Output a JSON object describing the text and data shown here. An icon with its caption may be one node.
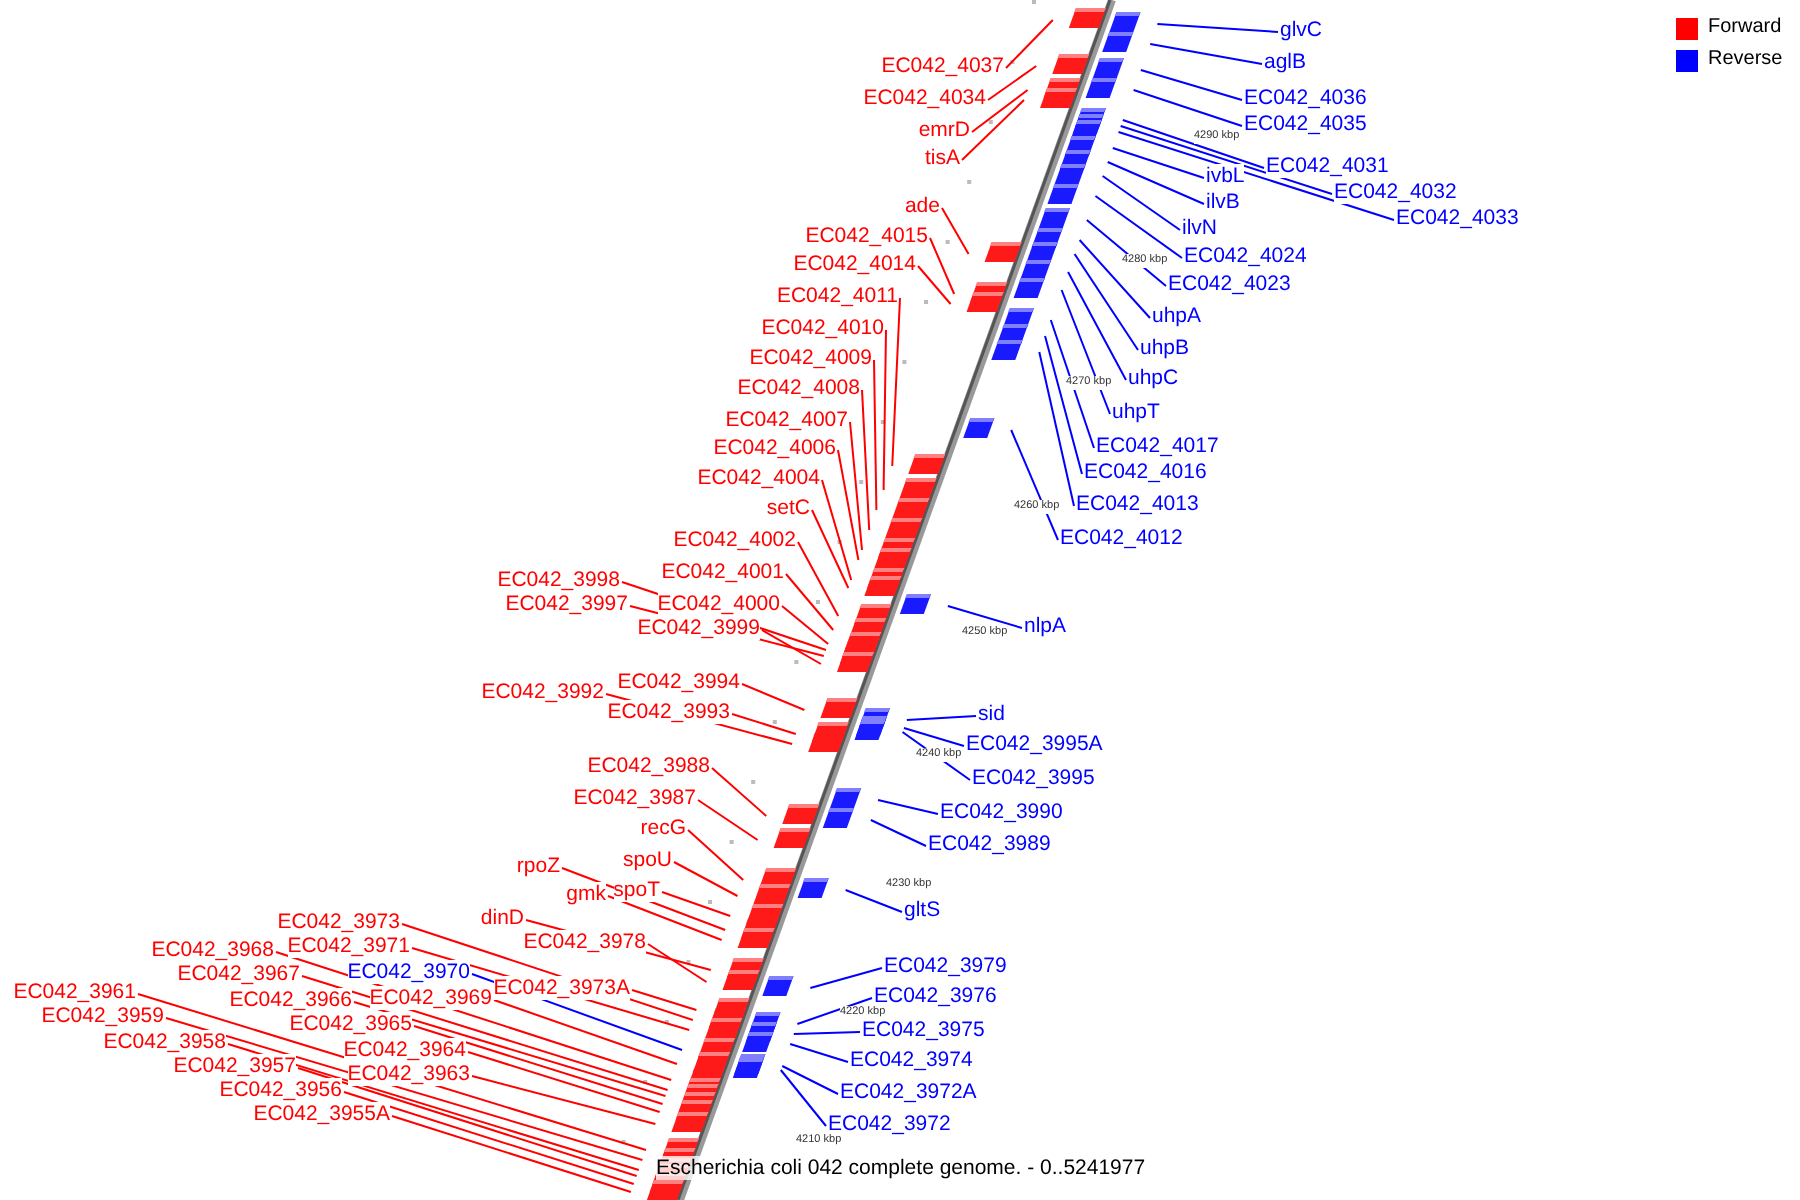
{
  "diagram": {
    "caption": "Escherichia coli 042 complete genome. - 0..5241977",
    "nodes": [
      {
        "text": [
          "EC042_4037"
        ]
      },
      {
        "text": [
          "EC042_4034"
        ]
      },
      {
        "text": [
          "emrD"
        ]
      },
      {
        "text": [
          "tisA"
        ]
      },
      {
        "text": [
          "ade"
        ]
      },
      {
        "text": [
          "EC042_4015"
        ]
      },
      {
        "text": [
          "EC042_4014"
        ]
      },
      {
        "text": [
          "EC042_4011"
        ]
      },
      {
        "text": [
          "EC042_4010"
        ]
      },
      {
        "text": [
          "EC042_4009"
        ]
      },
      {
        "text": [
          "EC042_4008"
        ]
      },
      {
        "text": [
          "EC042_4007"
        ]
      },
      {
        "text": [
          "EC042_4006"
        ]
      },
      {
        "text": [
          "EC042_4004"
        ]
      },
      {
        "text": [
          "setC"
        ]
      },
      {
        "text": [
          "EC042_4002"
        ]
      },
      {
        "text": [
          "EC042_4001"
        ]
      },
      {
        "text": [
          "EC042_3998"
        ]
      },
      {
        "text": [
          "EC042_3997"
        ]
      },
      {
        "text": [
          "EC042_4000"
        ]
      },
      {
        "text": [
          "EC042_3999"
        ]
      },
      {
        "text": [
          "EC042_3994"
        ]
      },
      {
        "text": [
          "EC042_3992"
        ]
      },
      {
        "text": [
          "EC042_3993"
        ]
      },
      {
        "text": [
          "EC042_3988"
        ]
      },
      {
        "text": [
          "EC042_3987"
        ]
      },
      {
        "text": [
          "recG"
        ]
      },
      {
        "text": [
          "spoU"
        ]
      },
      {
        "text": [
          "rpoZ"
        ]
      },
      {
        "text": [
          "gmk"
        ]
      },
      {
        "text": [
          "spoT"
        ]
      },
      {
        "text": [
          "dinD"
        ]
      },
      {
        "text": [
          "EC042_3973"
        ]
      },
      {
        "text": [
          "EC042_3971"
        ]
      },
      {
        "text": [
          "EC042_3978"
        ]
      },
      {
        "text": [
          "EC042_3970"
        ]
      },
      {
        "text": [
          "EC042_3968"
        ]
      },
      {
        "text": [
          "EC042_3967"
        ]
      },
      {
        "text": [
          "EC042_3973A"
        ]
      },
      {
        "text": [
          "EC042_3969"
        ]
      },
      {
        "text": [
          "EC042_3966"
        ]
      },
      {
        "text": [
          "EC042_3961"
        ]
      },
      {
        "text": [
          "EC042_3965"
        ]
      },
      {
        "text": [
          "EC042_3959"
        ]
      },
      {
        "text": [
          "EC042_3964"
        ]
      },
      {
        "text": [
          "EC042_3958"
        ]
      },
      {
        "text": [
          "EC042_3963"
        ]
      },
      {
        "text": [
          "EC042_3957"
        ]
      },
      {
        "text": [
          "EC042_3956"
        ]
      },
      {
        "text": [
          "EC042_3955A"
        ]
      },
      {
        "text": [
          "glvC"
        ]
      },
      {
        "text": [
          "aglB"
        ]
      },
      {
        "text": [
          "EC042_4036"
        ]
      },
      {
        "text": [
          "EC042_4035"
        ]
      },
      {
        "text": [
          "EC042_4031"
        ]
      },
      {
        "text": [
          "EC042_4032"
        ]
      },
      {
        "text": [
          "EC042_4033"
        ]
      },
      {
        "text": [
          "ivbL"
        ]
      },
      {
        "text": [
          "ilvB"
        ]
      },
      {
        "text": [
          "ilvN"
        ]
      },
      {
        "text": [
          "EC042_4024"
        ]
      },
      {
        "text": [
          "EC042_4023"
        ]
      },
      {
        "text": [
          "uhpA"
        ]
      },
      {
        "text": [
          "uhpB"
        ]
      },
      {
        "text": [
          "uhpC"
        ]
      },
      {
        "text": [
          "uhpT"
        ]
      },
      {
        "text": [
          "EC042_4017"
        ]
      },
      {
        "text": [
          "EC042_4016"
        ]
      },
      {
        "text": [
          "EC042_4013"
        ]
      },
      {
        "text": [
          "EC042_4012"
        ]
      },
      {
        "text": [
          "nlpA"
        ]
      },
      {
        "text": [
          "sid"
        ]
      },
      {
        "text": [
          "EC042_3995A"
        ]
      },
      {
        "text": [
          "EC042_3995"
        ]
      },
      {
        "text": [
          "EC042_3990"
        ]
      },
      {
        "text": [
          "EC042_3989"
        ]
      },
      {
        "text": [
          "gltS"
        ]
      },
      {
        "text": [
          "EC042_3979"
        ]
      },
      {
        "text": [
          "EC042_3976"
        ]
      },
      {
        "text": [
          "EC042_3975"
        ]
      },
      {
        "text": [
          "EC042_3974"
        ]
      },
      {
        "text": [
          "EC042_3972A"
        ]
      },
      {
        "text": [
          "EC042_3972"
        ]
      }
    ],
    "edges": [
      {
        "from": 0,
        "to": null,
        "arrow": "none"
      },
      {
        "from": 1,
        "to": null,
        "arrow": "none"
      },
      {
        "from": 2,
        "to": null,
        "arrow": "none"
      },
      {
        "from": 3,
        "to": null,
        "arrow": "none"
      },
      {
        "from": 4,
        "to": null,
        "arrow": "none"
      },
      {
        "from": 5,
        "to": null,
        "arrow": "none"
      },
      {
        "from": 6,
        "to": null,
        "arrow": "none"
      },
      {
        "from": 7,
        "to": null,
        "arrow": "none"
      },
      {
        "from": 8,
        "to": null,
        "arrow": "none"
      },
      {
        "from": 9,
        "to": null,
        "arrow": "none"
      },
      {
        "from": 10,
        "to": null,
        "arrow": "none"
      },
      {
        "from": 11,
        "to": null,
        "arrow": "none"
      },
      {
        "from": 12,
        "to": null,
        "arrow": "none"
      },
      {
        "from": 13,
        "to": null,
        "arrow": "none"
      },
      {
        "from": 14,
        "to": null,
        "arrow": "none"
      },
      {
        "from": 15,
        "to": null,
        "arrow": "none"
      },
      {
        "from": 16,
        "to": null,
        "arrow": "none"
      },
      {
        "from": 17,
        "to": null,
        "arrow": "none"
      },
      {
        "from": 18,
        "to": null,
        "arrow": "none"
      },
      {
        "from": 19,
        "to": null,
        "arrow": "none"
      },
      {
        "from": 20,
        "to": null,
        "arrow": "none"
      },
      {
        "from": 21,
        "to": null,
        "arrow": "none"
      },
      {
        "from": 22,
        "to": null,
        "arrow": "none"
      },
      {
        "from": 23,
        "to": null,
        "arrow": "none"
      },
      {
        "from": 24,
        "to": null,
        "arrow": "none"
      },
      {
        "from": 25,
        "to": null,
        "arrow": "none"
      },
      {
        "from": 26,
        "to": null,
        "arrow": "none"
      },
      {
        "from": 27,
        "to": null,
        "arrow": "none"
      },
      {
        "from": 28,
        "to": null,
        "arrow": "none"
      },
      {
        "from": 29,
        "to": null,
        "arrow": "none"
      },
      {
        "from": 30,
        "to": null,
        "arrow": "none"
      },
      {
        "from": 31,
        "to": null,
        "arrow": "none"
      },
      {
        "from": 32,
        "to": null,
        "arrow": "none"
      },
      {
        "from": 33,
        "to": null,
        "arrow": "none"
      },
      {
        "from": 34,
        "to": null,
        "arrow": "none"
      },
      {
        "from": 35,
        "to": null,
        "arrow": "none",
        "color": "#0000ff"
      },
      {
        "from": 36,
        "to": null,
        "arrow": "none"
      },
      {
        "from": 37,
        "to": null,
        "arrow": "none"
      },
      {
        "from": 38,
        "to": null,
        "arrow": "none"
      },
      {
        "from": 39,
        "to": null,
        "arrow": "none"
      },
      {
        "from": 40,
        "to": null,
        "arrow": "none"
      },
      {
        "from": 41,
        "to": null,
        "arrow": "none"
      },
      {
        "from": 42,
        "to": null,
        "arrow": "none"
      },
      {
        "from": 43,
        "to": null,
        "arrow": "none"
      },
      {
        "from": 44,
        "to": null,
        "arrow": "none"
      },
      {
        "from": 45,
        "to": null,
        "arrow": "none"
      },
      {
        "from": 46,
        "to": null,
        "arrow": "none"
      },
      {
        "from": 47,
        "to": null,
        "arrow": "none"
      },
      {
        "from": 48,
        "to": null,
        "arrow": "none"
      },
      {
        "from": 49,
        "to": null,
        "arrow": "none"
      },
      {
        "from": 50,
        "to": null,
        "arrow": "none",
        "color": "#0000ff"
      },
      {
        "from": 51,
        "to": null,
        "arrow": "none",
        "color": "#0000ff"
      },
      {
        "from": 52,
        "to": null,
        "arrow": "none",
        "color": "#0000ff"
      },
      {
        "from": 53,
        "to": null,
        "arrow": "none",
        "color": "#0000ff"
      },
      {
        "from": 54,
        "to": null,
        "arrow": "none",
        "color": "#0000ff"
      },
      {
        "from": 55,
        "to": null,
        "arrow": "none",
        "color": "#0000ff"
      },
      {
        "from": 56,
        "to": null,
        "arrow": "none",
        "color": "#0000ff"
      },
      {
        "from": 57,
        "to": null,
        "arrow": "none",
        "color": "#0000ff"
      },
      {
        "from": 58,
        "to": null,
        "arrow": "none",
        "color": "#0000ff"
      },
      {
        "from": 59,
        "to": null,
        "arrow": "none",
        "color": "#0000ff"
      },
      {
        "from": 60,
        "to": null,
        "arrow": "none",
        "color": "#0000ff"
      },
      {
        "from": 61,
        "to": null,
        "arrow": "none",
        "color": "#0000ff"
      },
      {
        "from": 62,
        "to": null,
        "arrow": "none",
        "color": "#0000ff"
      },
      {
        "from": 63,
        "to": null,
        "arrow": "none",
        "color": "#0000ff"
      },
      {
        "from": 64,
        "to": null,
        "arrow": "none",
        "color": "#0000ff"
      },
      {
        "from": 65,
        "to": null,
        "arrow": "none",
        "color": "#0000ff"
      },
      {
        "from": 66,
        "to": null,
        "arrow": "none",
        "color": "#0000ff"
      },
      {
        "from": 67,
        "to": null,
        "arrow": "none",
        "color": "#0000ff"
      },
      {
        "from": 68,
        "to": null,
        "arrow": "none",
        "color": "#0000ff"
      },
      {
        "from": 69,
        "to": null,
        "arrow": "none",
        "color": "#0000ff"
      },
      {
        "from": 70,
        "to": null,
        "arrow": "none",
        "color": "#0000ff"
      },
      {
        "from": 71,
        "to": null,
        "arrow": "none",
        "color": "#0000ff"
      },
      {
        "from": 72,
        "to": null,
        "arrow": "none",
        "color": "#0000ff"
      },
      {
        "from": 73,
        "to": null,
        "arrow": "none",
        "color": "#0000ff"
      },
      {
        "from": 74,
        "to": null,
        "arrow": "none",
        "color": "#0000ff"
      },
      {
        "from": 75,
        "to": null,
        "arrow": "none",
        "color": "#0000ff"
      },
      {
        "from": 76,
        "to": null,
        "arrow": "none",
        "color": "#0000ff"
      },
      {
        "from": 77,
        "to": null,
        "arrow": "none",
        "color": "#0000ff"
      },
      {
        "from": 78,
        "to": null,
        "arrow": "none",
        "color": "#0000ff"
      },
      {
        "from": 79,
        "to": null,
        "arrow": "none",
        "color": "#0000ff"
      },
      {
        "from": 80,
        "to": null,
        "arrow": "none",
        "color": "#0000ff"
      },
      {
        "from": 81,
        "to": null,
        "arrow": "none",
        "color": "#0000ff"
      },
      {
        "from": 82,
        "to": null,
        "arrow": "none",
        "color": "#0000ff"
      }
    ],
    "labels": [
      "4290 kbp",
      "4280 kbp",
      "4270 kbp",
      "4260 kbp",
      "4250 kbp",
      "4240 kbp",
      "4230 kbp",
      "4220 kbp",
      "4210 kbp"
    ],
    "legend": [
      {
        "text": "Forward",
        "color": "#ff0000"
      },
      {
        "text": "Reverse",
        "color": "#0000ff"
      }
    ]
  }
}
